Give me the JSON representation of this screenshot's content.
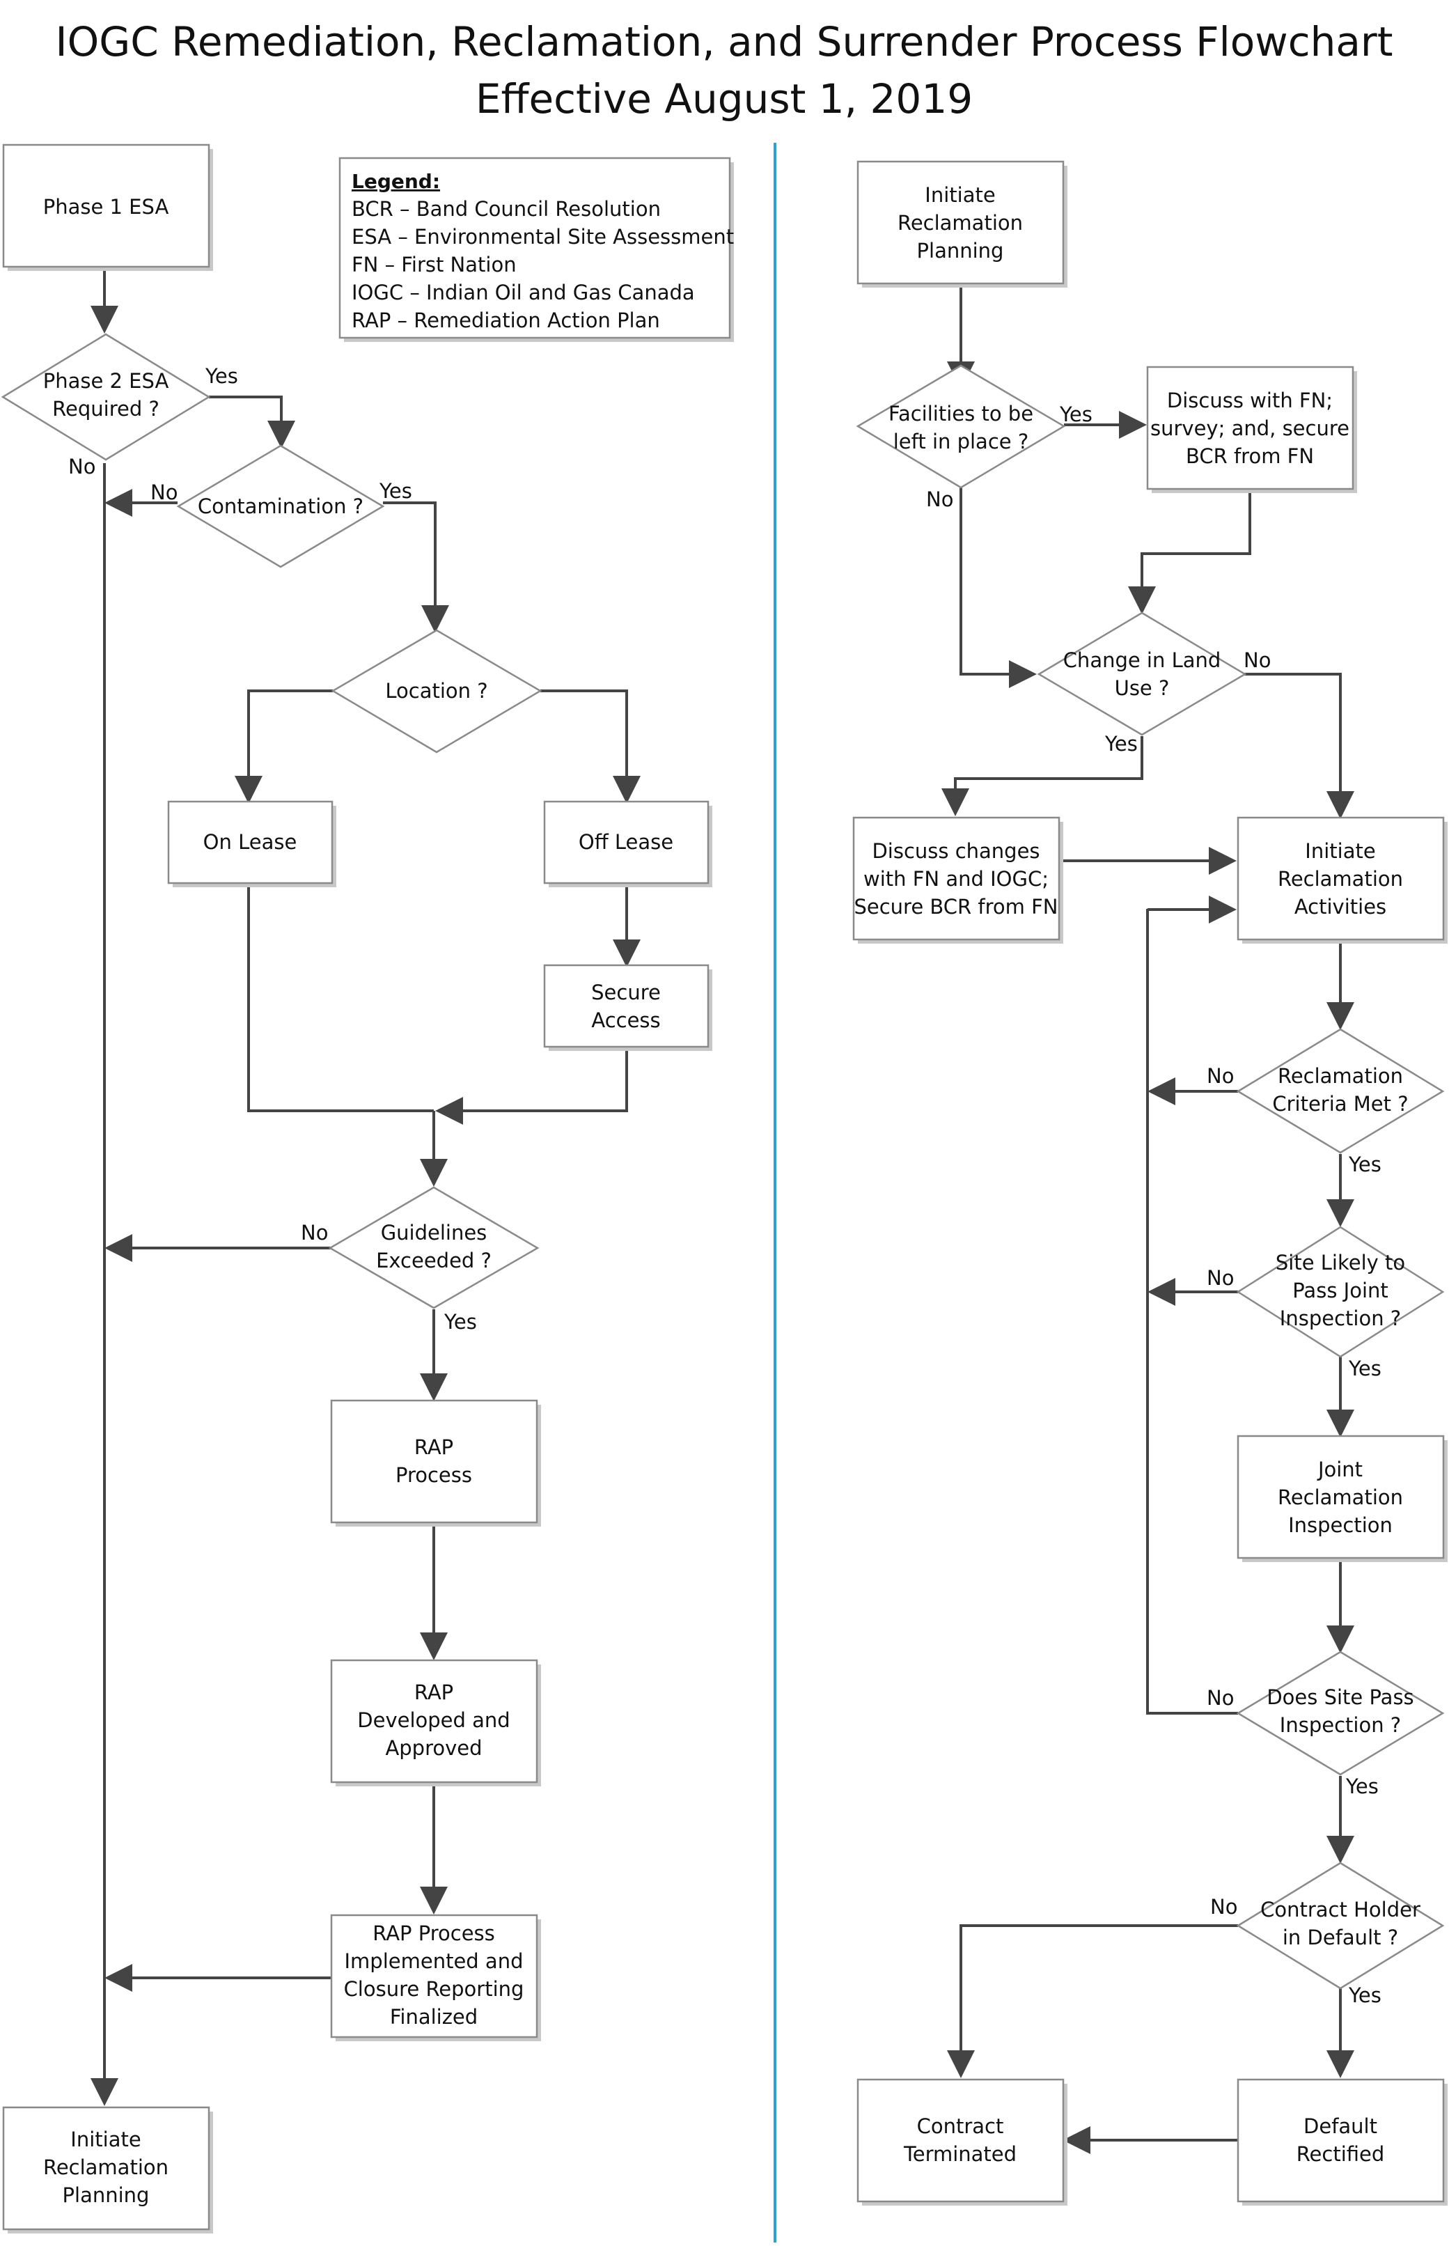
{
  "title": {
    "line1": "IOGC Remediation, Reclamation, and Surrender Process Flowchart",
    "line2": "Effective August 1, 2019"
  },
  "legend": {
    "heading": "Legend:",
    "items": [
      "BCR – Band Council Resolution",
      "ESA – Environmental Site Assessment",
      "FN – First Nation",
      "IOGC – Indian Oil and Gas Canada",
      "RAP – Remediation Action Plan"
    ]
  },
  "left": {
    "phase1": [
      "Phase 1 ESA"
    ],
    "phase2": [
      "Phase 2 ESA",
      "Required ?"
    ],
    "contamination": [
      "Contamination ?"
    ],
    "location": [
      "Location ?"
    ],
    "on_lease": [
      "On Lease"
    ],
    "off_lease": [
      "Off Lease"
    ],
    "secure_access": [
      "Secure",
      "Access"
    ],
    "guidelines": [
      "Guidelines",
      "Exceeded ?"
    ],
    "rap_process": [
      "RAP",
      "Process"
    ],
    "rap_developed": [
      "RAP",
      "Developed and",
      "Approved"
    ],
    "rap_implemented": [
      "RAP Process",
      "Implemented and",
      "Closure Reporting",
      "Finalized"
    ],
    "initiate_planning": [
      "Initiate",
      "Reclamation",
      "Planning"
    ]
  },
  "right": {
    "initiate_planning": [
      "Initiate",
      "Reclamation",
      "Planning"
    ],
    "facilities": [
      "Facilities to be",
      "left in place ?"
    ],
    "discuss_fn": [
      "Discuss with FN;",
      "survey; and, secure",
      "BCR from FN"
    ],
    "land_use": [
      "Change in Land",
      "Use ?"
    ],
    "discuss_changes": [
      "Discuss changes",
      "with FN and IOGC;",
      "Secure BCR from FN"
    ],
    "initiate_activities": [
      "Initiate",
      "Reclamation",
      "Activities"
    ],
    "criteria_met": [
      "Reclamation",
      "Criteria Met ?"
    ],
    "likely_pass": [
      "Site Likely to",
      "Pass Joint",
      "Inspection ?"
    ],
    "joint_inspection": [
      "Joint",
      "Reclamation",
      "Inspection"
    ],
    "site_pass": [
      "Does Site Pass",
      "Inspection ?"
    ],
    "default": [
      "Contract Holder",
      "in Default ?"
    ],
    "contract_terminated": [
      "Contract",
      "Terminated"
    ],
    "default_rectified": [
      "Default",
      "Rectified"
    ]
  },
  "edge_labels": {
    "yes": "Yes",
    "no": "No"
  },
  "colors": {
    "divider": "#2aa3d6",
    "connector": "#444444",
    "shape_border": "#8a8a8a"
  }
}
